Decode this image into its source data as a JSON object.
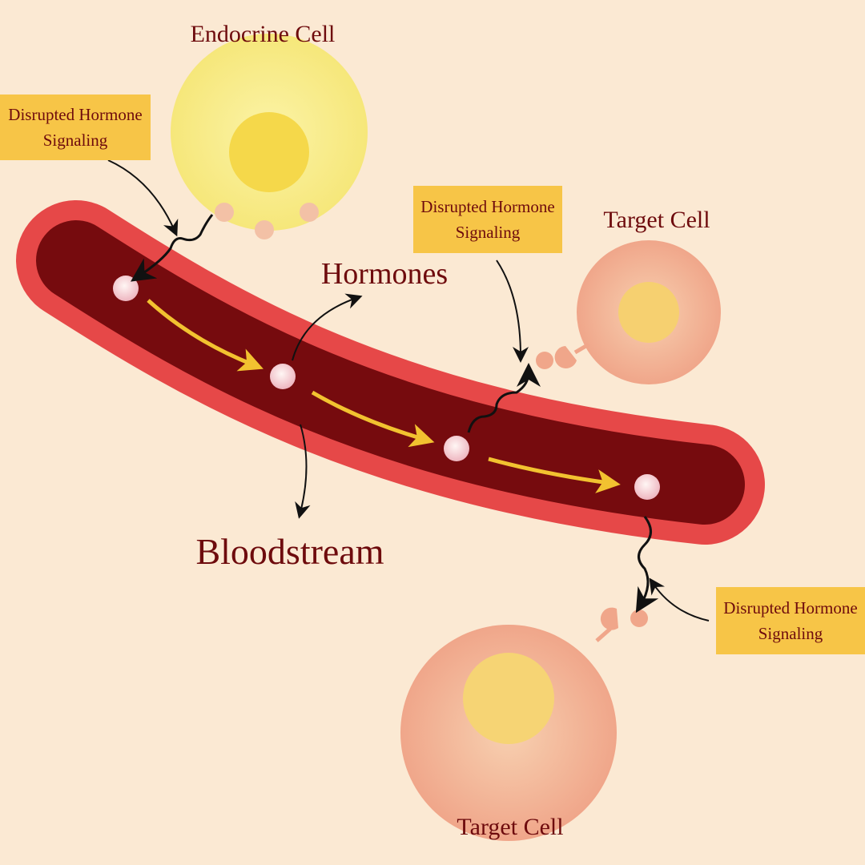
{
  "labels": {
    "endocrine_cell": "Endocrine Cell",
    "hormones": "Hormones",
    "bloodstream": "Bloodstream",
    "target_cell_top": "Target Cell",
    "target_cell_bottom": "Target Cell"
  },
  "callouts": [
    {
      "line1": "Disrupted Hormone",
      "line2": "Signaling"
    },
    {
      "line1": "Disrupted Hormone",
      "line2": "Signaling"
    },
    {
      "line1": "Disrupted Hormone",
      "line2": "Signaling"
    }
  ],
  "colors": {
    "background": "#fbe9d3",
    "vessel_outer": "#e64848",
    "vessel_inner": "#760b0e",
    "endocrine": "#f8ef8f",
    "target": "#f4b195",
    "callout": "#f7c547",
    "text": "#6e0b0d",
    "flow_arrow": "#f2c230"
  }
}
